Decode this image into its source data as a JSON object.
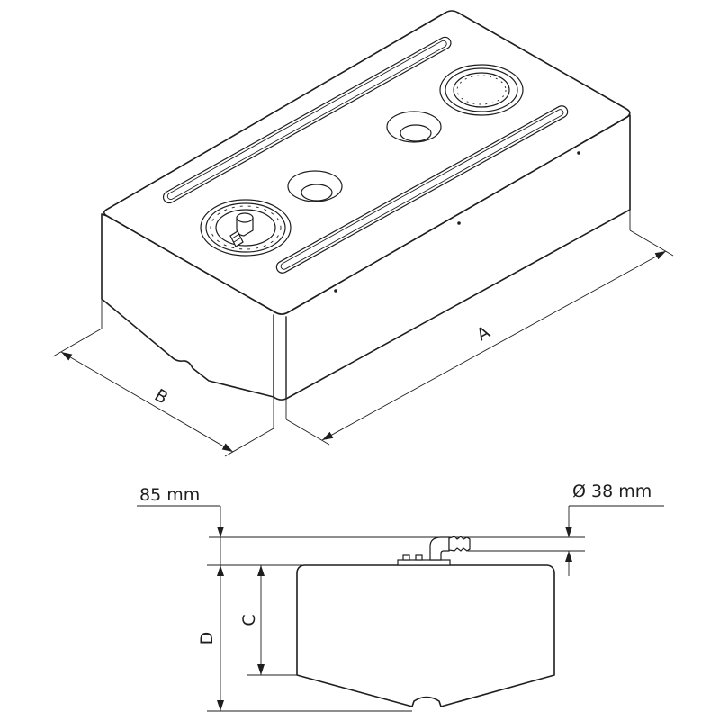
{
  "labels": {
    "dim_a": "A",
    "dim_b": "B",
    "dim_c": "C",
    "dim_d": "D",
    "dim_85": "85 mm",
    "dim_diameter": "Ø 38 mm"
  }
}
